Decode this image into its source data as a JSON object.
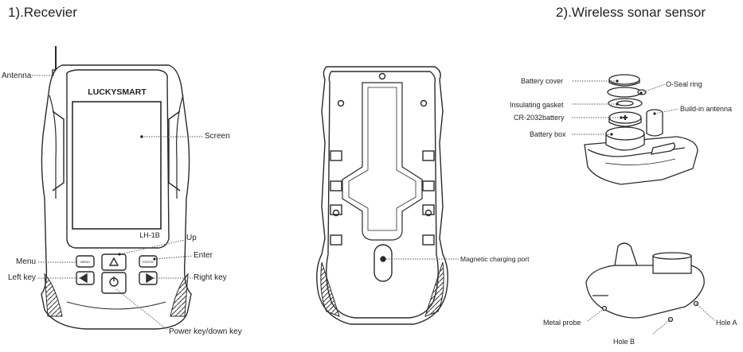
{
  "sections": {
    "receiver_title": "1).Recevier",
    "sensor_title": "2).Wireless sonar sensor"
  },
  "receiver": {
    "brand": "LUCKYSMART",
    "model": "LH-1B",
    "labels": {
      "antenna": "Antenna",
      "screen": "Screen",
      "up": "Up",
      "enter": "Enter",
      "menu": "Menu",
      "left_key": "Left key",
      "right_key": "Right key",
      "power_key": "Power key/down key"
    },
    "button_text": {
      "menu": "MENU",
      "enter": "ENTER"
    }
  },
  "back": {
    "labels": {
      "charging_port": "Magnetic charging port"
    }
  },
  "sensor": {
    "labels": {
      "battery_cover": "Battery cover",
      "o_seal_ring": "O-Seal ring",
      "insulating_gasket": "Insulating gasket",
      "build_in_antenna": "Build-in antenna",
      "battery": "CR-2032battery",
      "battery_box": "Battery box",
      "metal_probe": "Metal probe",
      "hole_a": "Hole A",
      "hole_b": "Hole B"
    }
  },
  "colors": {
    "line": "#2a2a2a",
    "leader": "#555555",
    "screen_fill": "#ffffff",
    "device_fill": "#ffffff"
  }
}
